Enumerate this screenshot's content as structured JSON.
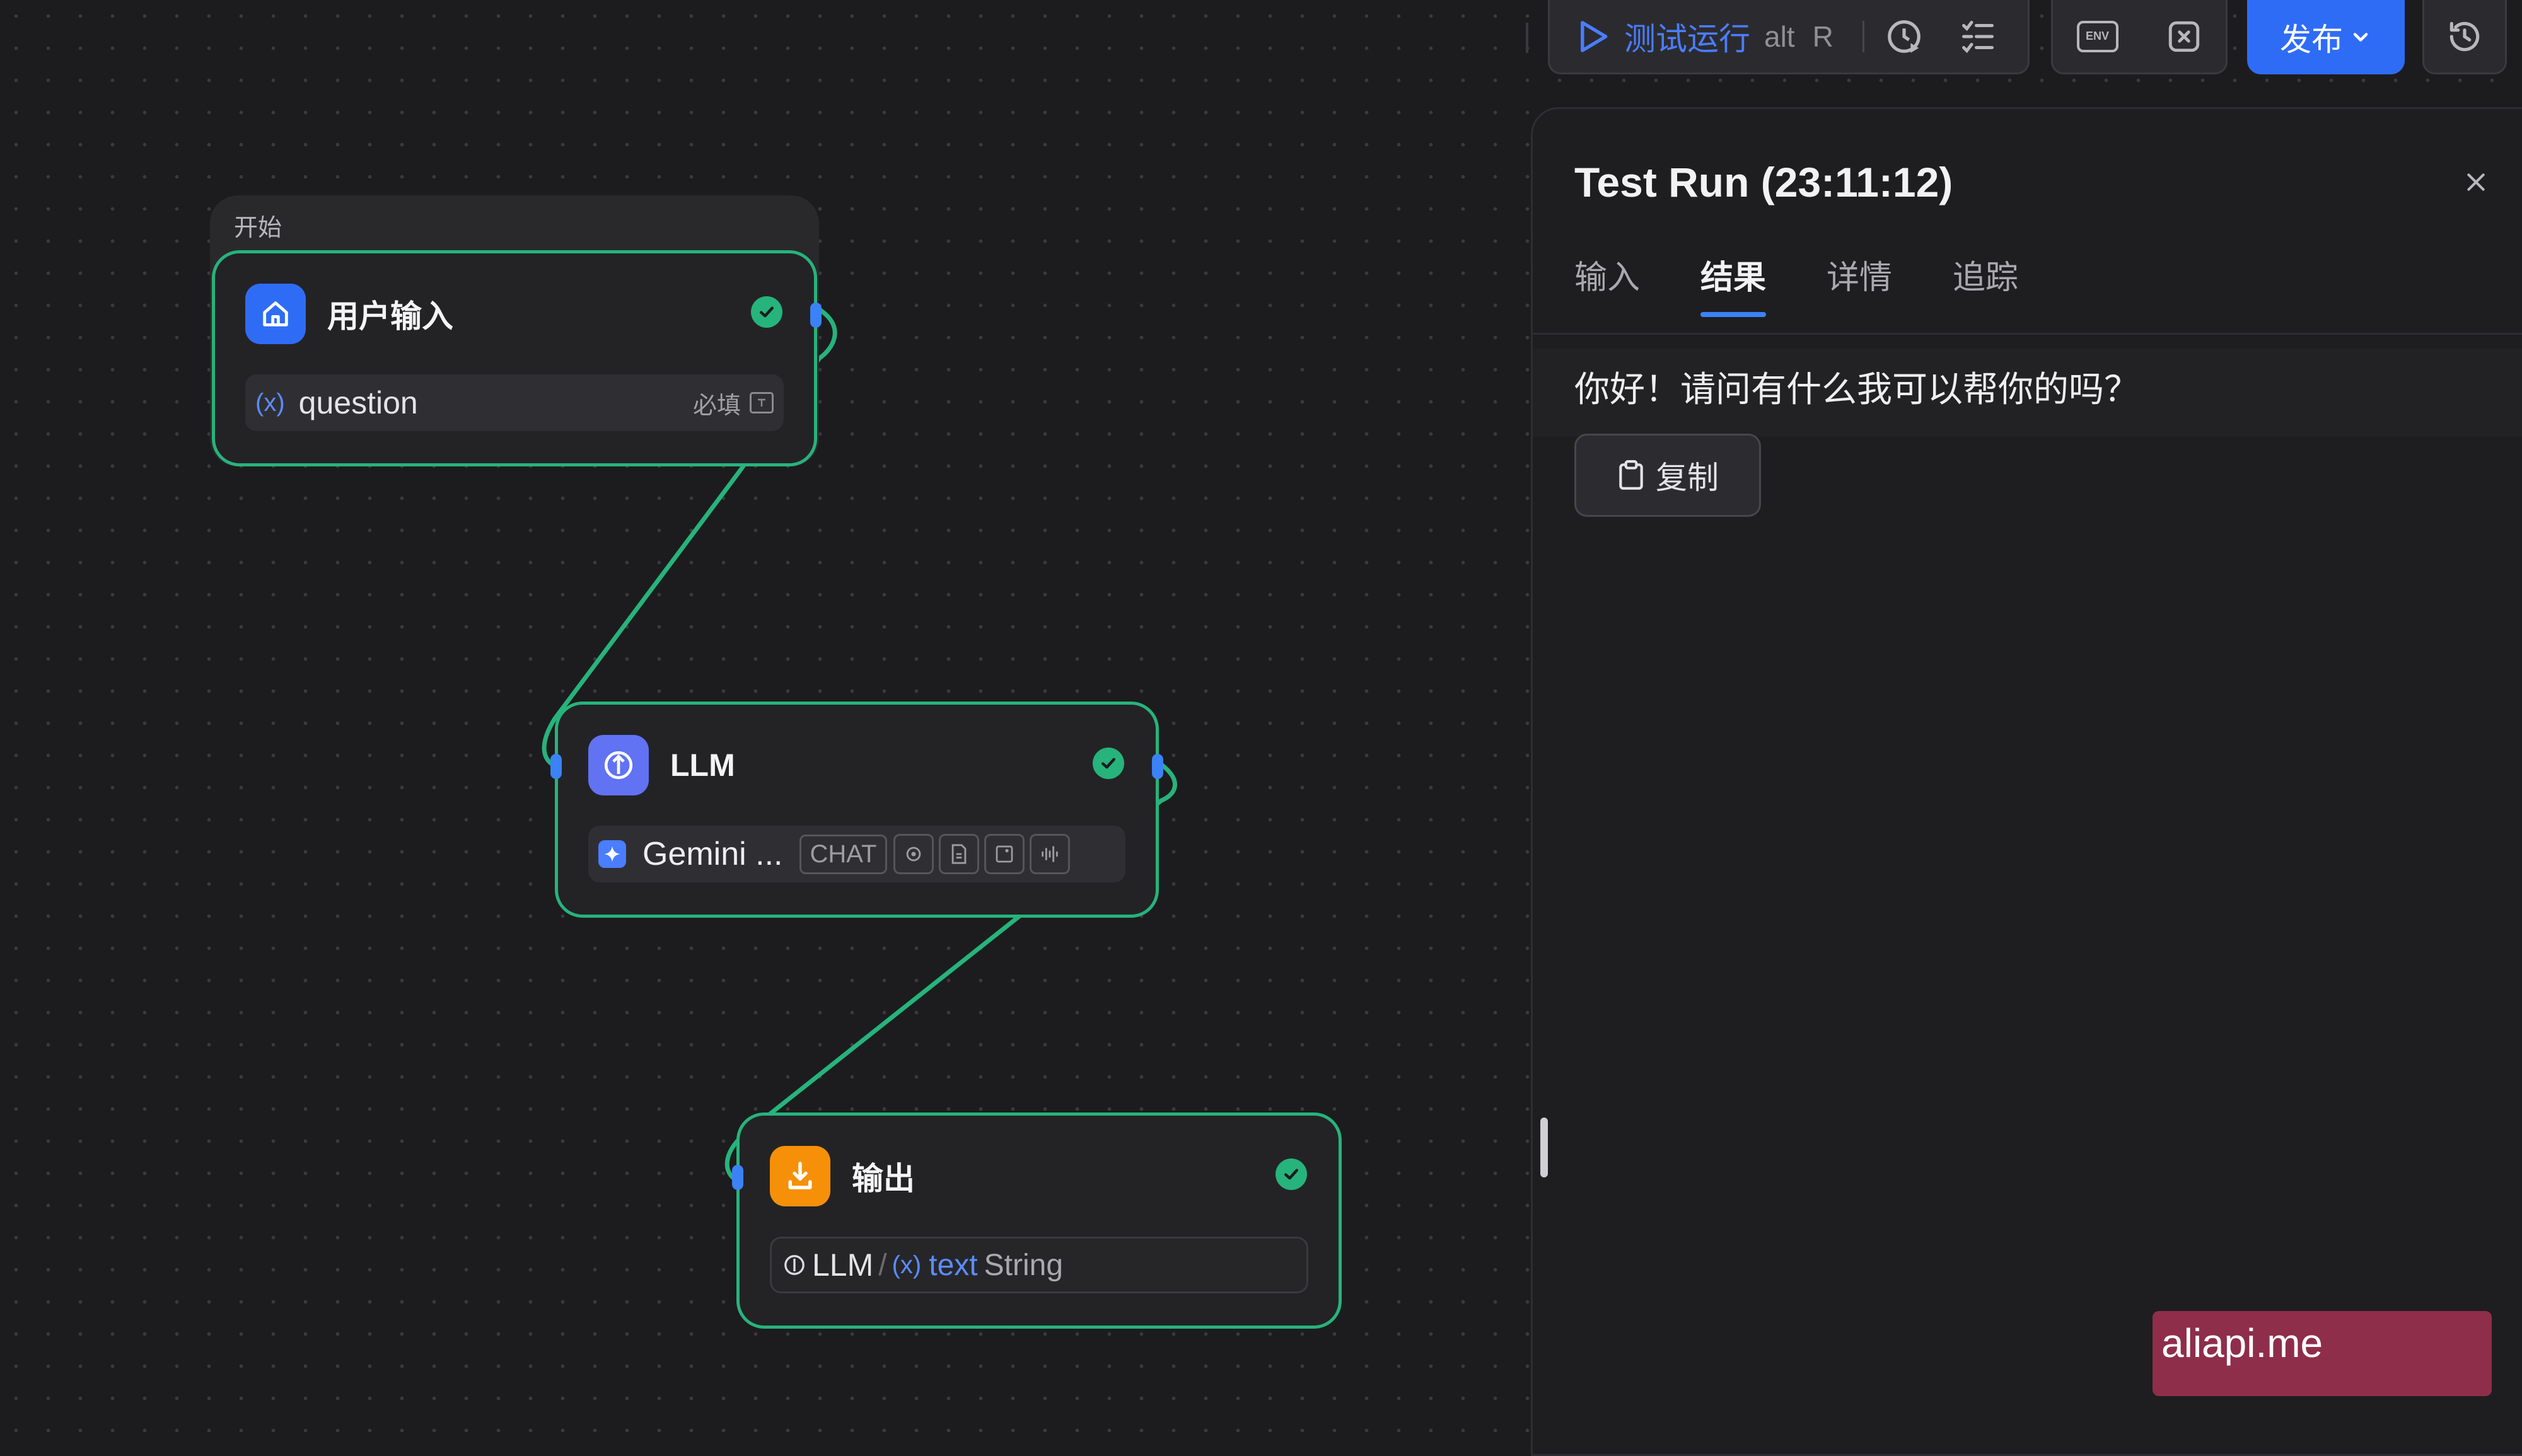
{
  "canvas": {
    "start_group": {
      "label": "开始"
    },
    "user_input_node": {
      "title": "用户输入",
      "variable": {
        "prefix": "(x)",
        "name": "question",
        "required_label": "必填",
        "type_icon": "text-type-icon"
      },
      "status": "success"
    },
    "llm_node": {
      "title": "LLM",
      "model": {
        "name": "Gemini ...",
        "mode_badge": "CHAT"
      },
      "capability_icons": [
        "vision-icon",
        "document-icon",
        "image-icon",
        "audio-icon"
      ],
      "status": "success"
    },
    "output_node": {
      "title": "输出",
      "output_ref": {
        "node": "LLM",
        "separator": "/",
        "var_prefix": "(x)",
        "var_name": "text",
        "type": "String"
      },
      "status": "success"
    }
  },
  "toolbar": {
    "test_run_label": "测试运行",
    "shortcut": {
      "mod": "alt",
      "key": "R"
    },
    "env_label": "ENV",
    "publish_label": "发布"
  },
  "panel": {
    "title": "Test Run (23:11:12)",
    "tabs": [
      {
        "label": "输入",
        "active": false
      },
      {
        "label": "结果",
        "active": true
      },
      {
        "label": "详情",
        "active": false
      },
      {
        "label": "追踪",
        "active": false
      }
    ],
    "result_text": "你好！请问有什么我可以帮你的吗？",
    "copy_label": "复制"
  },
  "watermark": {
    "text": "aliapi.me"
  },
  "colors": {
    "accent": "#2f6cf6",
    "success": "#27b37c",
    "user_input_icon": "#2f6cf6",
    "llm_icon": "#6172f3",
    "output_icon": "#f79009"
  }
}
